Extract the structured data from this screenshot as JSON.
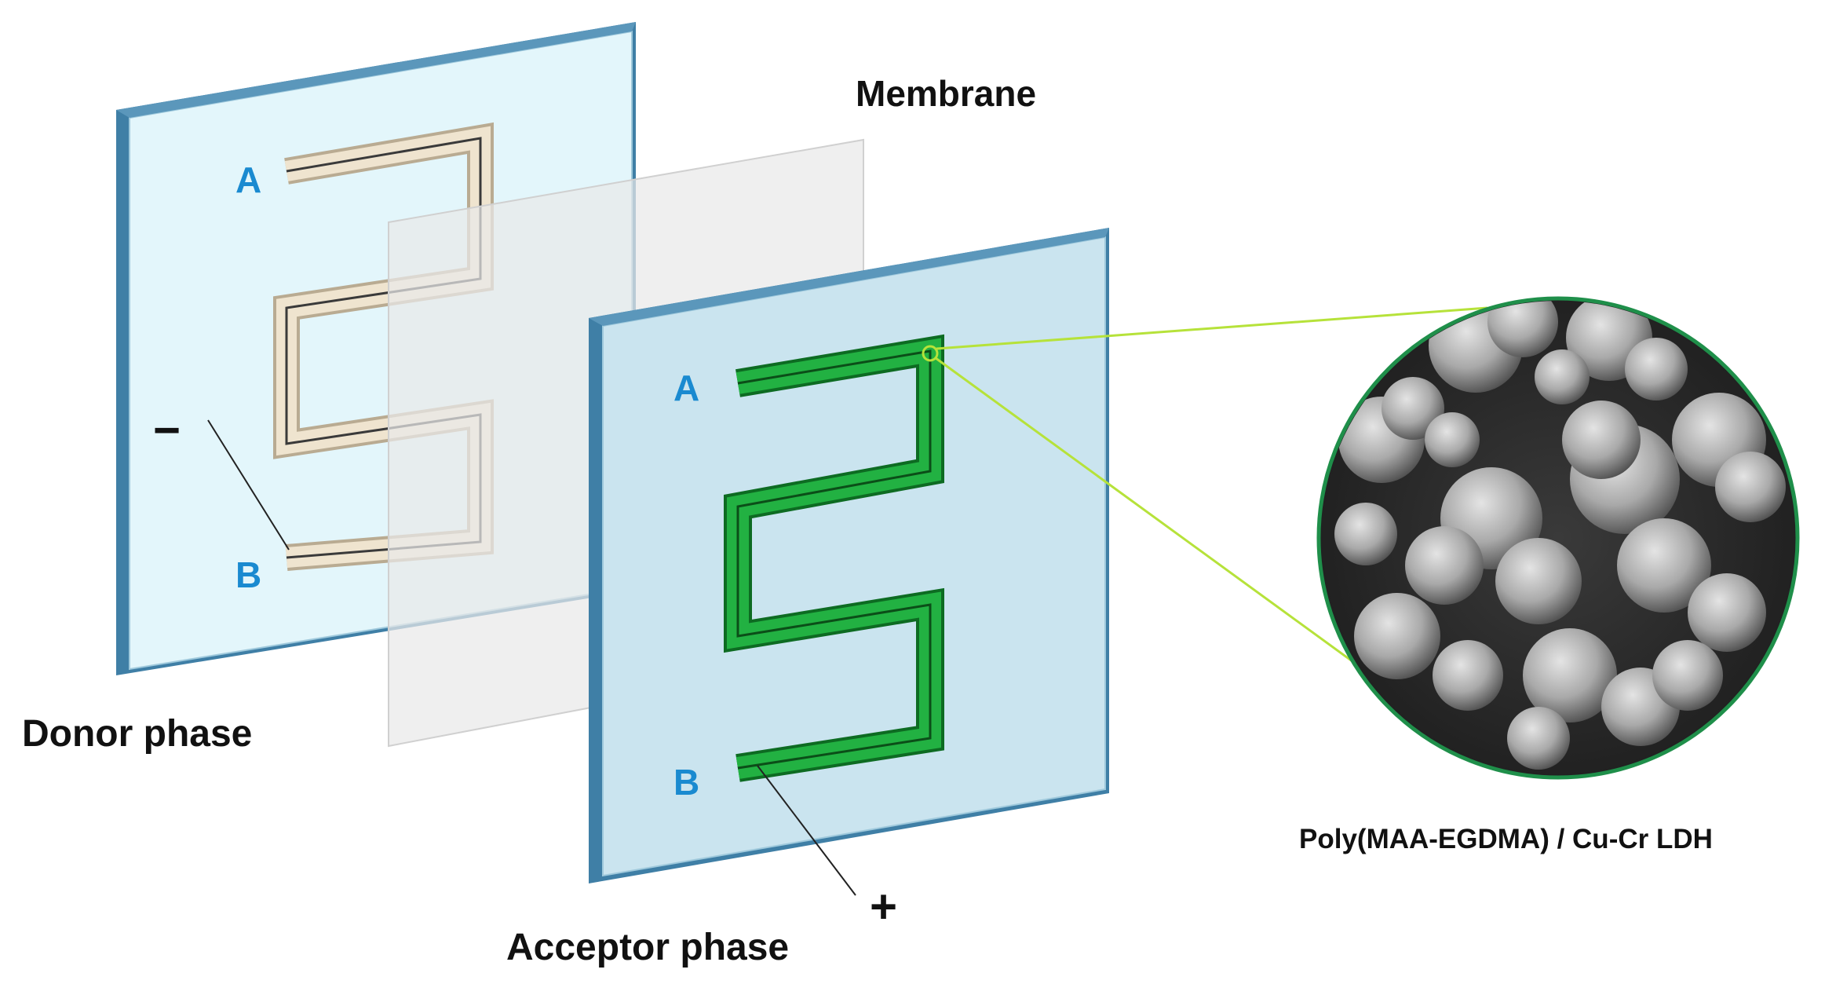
{
  "labels": {
    "membrane": "Membrane",
    "donor_phase": "Donor phase",
    "acceptor_phase": "Acceptor phase",
    "material": "Poly(MAA-EGDMA) / Cu-Cr LDH",
    "donor_a": "A",
    "donor_b": "B",
    "acceptor_a": "A",
    "acceptor_b": "B",
    "minus": "−",
    "plus": "+"
  },
  "colors": {
    "plate_face": "#e3f6fb",
    "plate_edge": "#3f7fa6",
    "membrane": "#e6e6e6",
    "donor_channel": "#e9dcc4",
    "acceptor_channel": "#1fa83a",
    "zoom_line": "#b6e23a",
    "label_blue": "#1a8ad0"
  }
}
